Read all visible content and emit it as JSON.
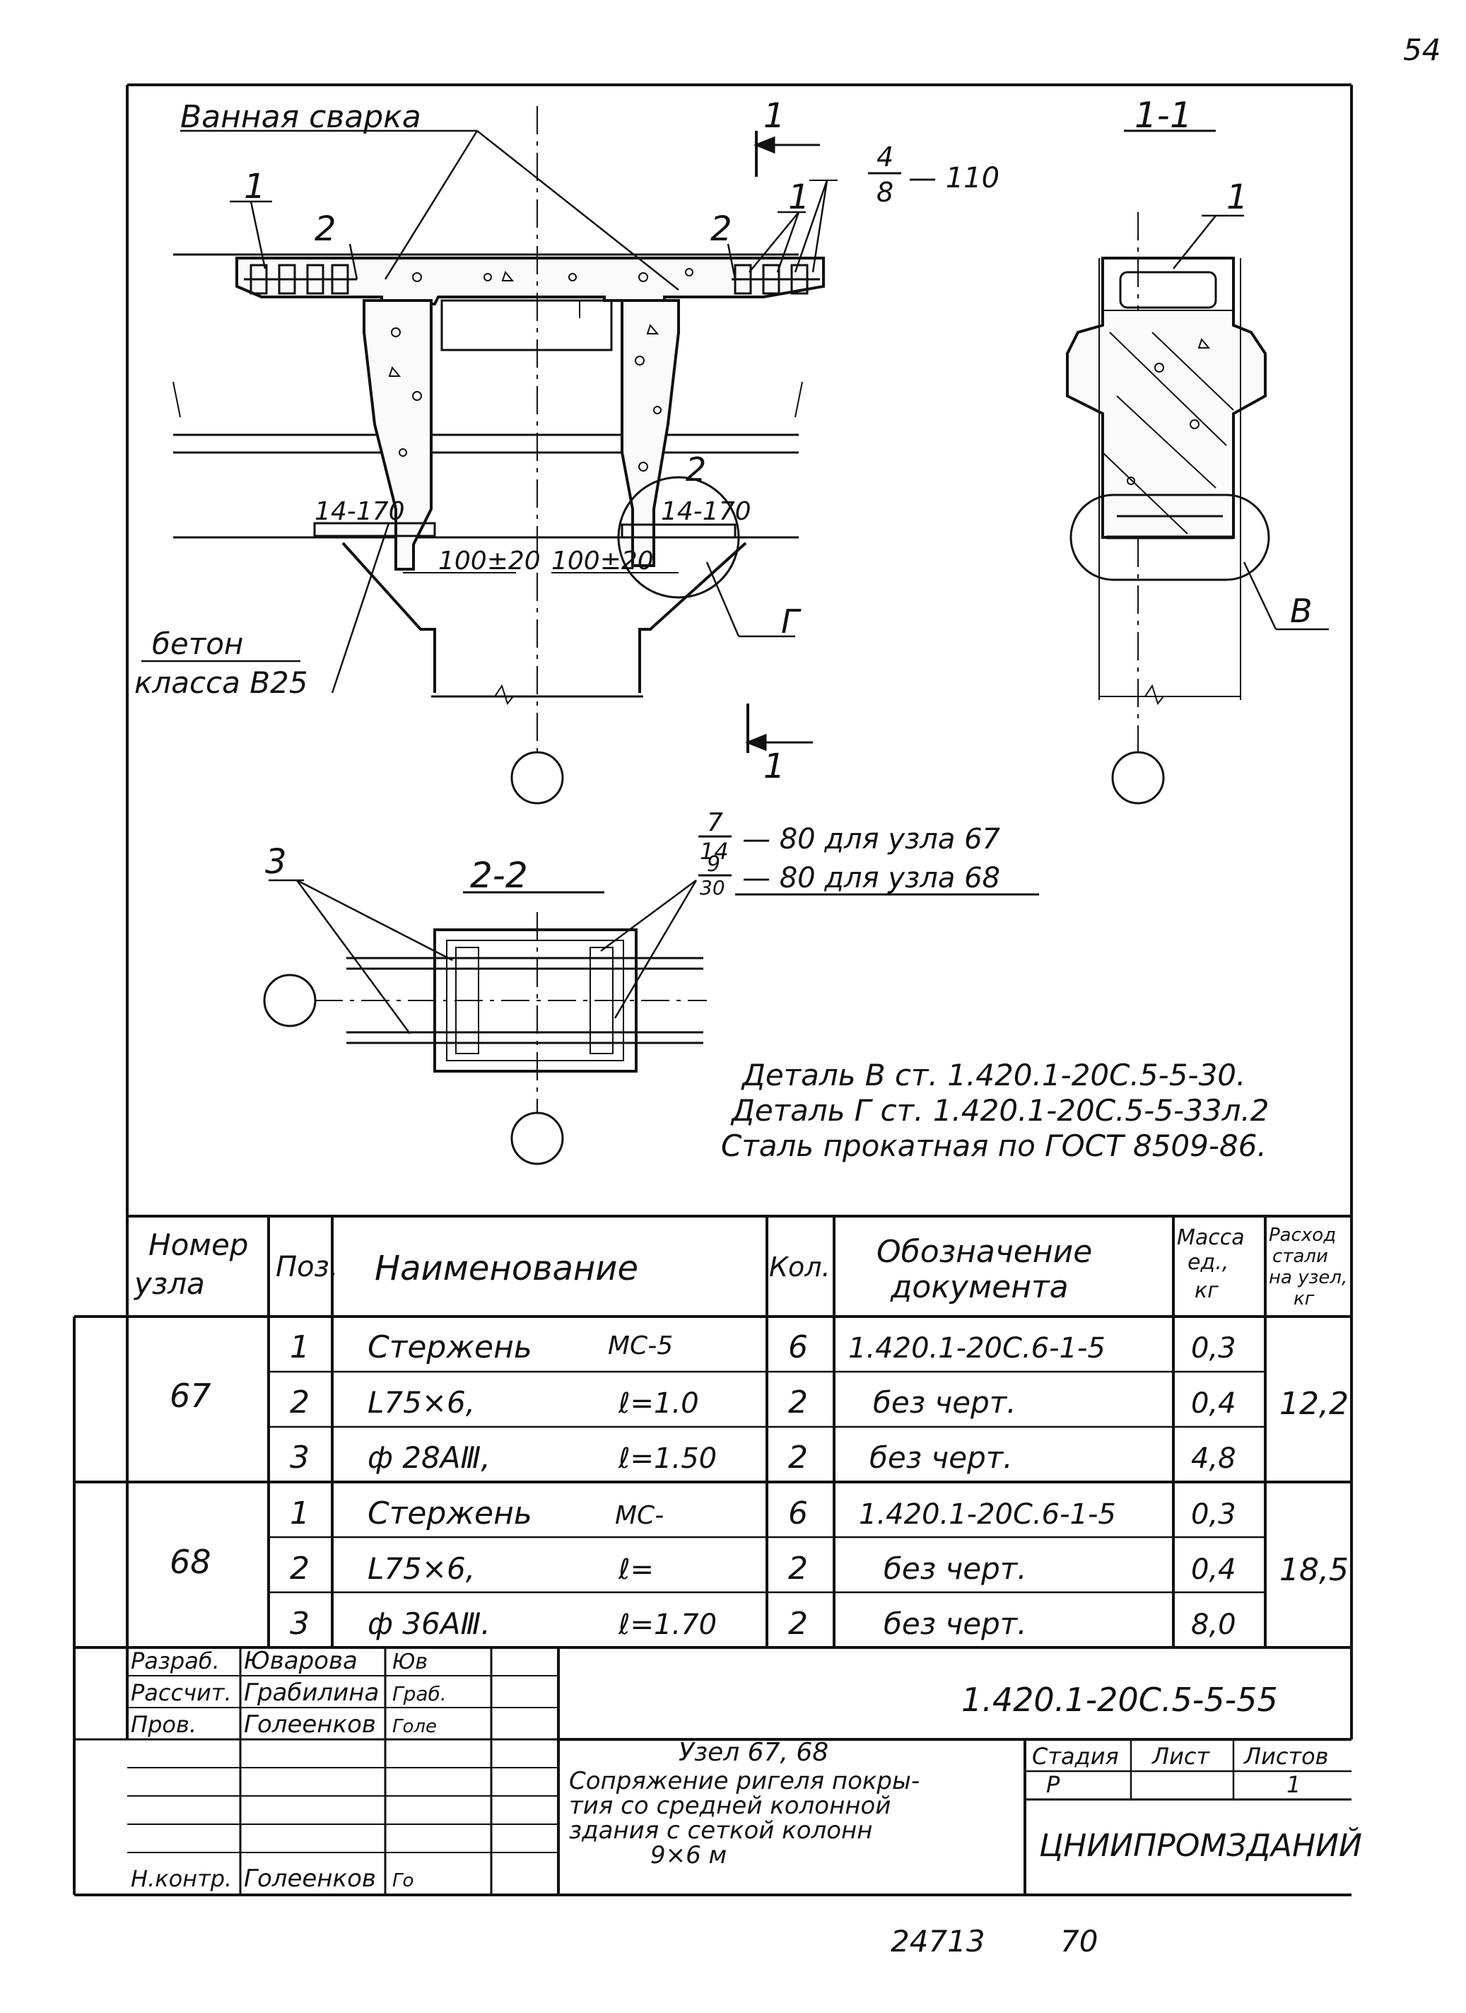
{
  "sheet_no": "54",
  "drawing": {
    "label_weld": "Ванная сварка",
    "label_concrete_1": "бетон",
    "label_concrete_2": "класса В25",
    "section_1_1": "1-1",
    "section_2_2": "2-2",
    "cut_1_top": "1",
    "cut_1_bottom": "1",
    "pos_1_left": "1",
    "pos_2_left": "2",
    "pos_2_right": "2",
    "pos_1_right": "1",
    "pos_1_section": "1",
    "pos_3_plan": "3",
    "weld_frac_num": "4",
    "weld_frac_den": "8",
    "weld_len": "— 110",
    "weld_left": "14-170",
    "weld_right": "14-170",
    "dim_left": "100±20",
    "dim_right": "100±20",
    "node_2": "2",
    "node_g": "Г",
    "node_v": "В",
    "weld67_num": "7",
    "weld67_den": "14",
    "weld67_text": "— 80 для узла 67",
    "weld68_num": "9",
    "weld68_den": "30",
    "weld68_text": "— 80 для узла 68",
    "note_1": "Деталь В ст. 1.420.1-20С.5-5-30.",
    "note_2": "Деталь Г ст. 1.420.1-20С.5-5-33л.2",
    "note_3": "Сталь прокатная по ГОСТ 8509-86."
  },
  "spec": {
    "headers": {
      "node": "Номер узла",
      "pos": "Поз.",
      "name": "Наименование",
      "qty": "Кол.",
      "doc": "Обозначение документа",
      "mass": "Масса ед., кг",
      "total": "Расход стали на узел, кг"
    },
    "groups": [
      {
        "node": "67",
        "total": "12,2",
        "rows": [
          {
            "pos": "1",
            "name": "Стержень",
            "name2": "МС-5",
            "qty": "6",
            "doc": "1.420.1-20С.6-1-5",
            "mass": "0,3"
          },
          {
            "pos": "2",
            "name": "L75×6,",
            "name2": "ℓ=1.0",
            "qty": "2",
            "doc": "без черт.",
            "mass": "0,4"
          },
          {
            "pos": "3",
            "name": "ф 28АⅢ,",
            "name2": "ℓ=1.50",
            "qty": "2",
            "doc": "без черт.",
            "mass": "4,8"
          }
        ]
      },
      {
        "node": "68",
        "total": "18,5",
        "rows": [
          {
            "pos": "1",
            "name": "Стержень",
            "name2": "МС-",
            "qty": "6",
            "doc": "1.420.1-20С.6-1-5",
            "mass": "0,3"
          },
          {
            "pos": "2",
            "name": "L75×6,",
            "name2": "ℓ=",
            "qty": "2",
            "doc": "без черт.",
            "mass": "0,4"
          },
          {
            "pos": "3",
            "name": "ф 36АⅢ.",
            "name2": "ℓ=1.70",
            "qty": "2",
            "doc": "без черт.",
            "mass": "8,0"
          }
        ]
      }
    ]
  },
  "stamp": {
    "code": "1.420.1-20С.5-5-55",
    "roles": [
      {
        "role": "Разраб.",
        "name": "Юварова",
        "sign": "Юв"
      },
      {
        "role": "Рассчит.",
        "name": "Грабилина",
        "sign": "Граб."
      },
      {
        "role": "Пров.",
        "name": "Голеенков",
        "sign": "Голе"
      },
      {
        "role": "Н.контр.",
        "name": "Голеенков",
        "sign": "Го"
      }
    ],
    "title_lines": [
      "Узел 67, 68",
      "Сопряжение ригеля покры-",
      "тия со средней колонной",
      "здания с сеткой колонн",
      "9×6 м"
    ],
    "stage_label": "Стадия",
    "sheet_label": "Лист",
    "sheets_label": "Листов",
    "stage": "Р",
    "sheet": "",
    "sheets": "1",
    "org": "ЦНИИПРОМЗДАНИЙ"
  },
  "footer": {
    "inv": "24713",
    "page": "70"
  }
}
